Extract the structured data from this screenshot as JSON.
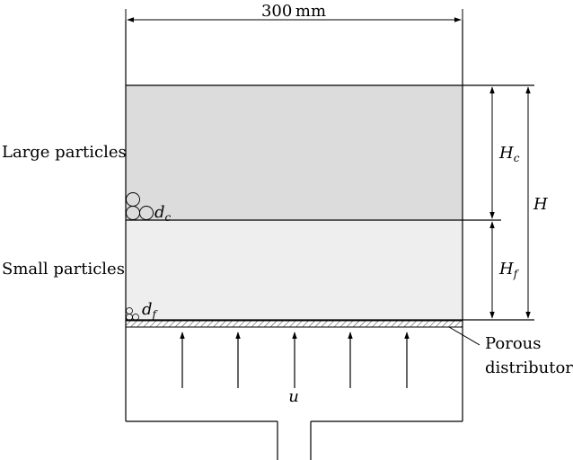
{
  "dimensions": {
    "width_label": "300 mm"
  },
  "layers": {
    "upper_label": "Large particles",
    "lower_label": "Small particles",
    "upper_diameter_symbol": "d",
    "upper_diameter_sub": "c",
    "lower_diameter_symbol": "d",
    "lower_diameter_sub": "f"
  },
  "heights": {
    "hc_symbol": "H",
    "hc_sub": "c",
    "hf_symbol": "H",
    "hf_sub": "f",
    "h_total": "H"
  },
  "distributor": {
    "label_line1": "Porous",
    "label_line2": "distributor"
  },
  "flow": {
    "velocity_symbol": "u",
    "arrow_count": 5
  },
  "colors": {
    "upper_fill": "#dcdcdc",
    "lower_fill": "#eeeeee",
    "line": "#000000"
  }
}
